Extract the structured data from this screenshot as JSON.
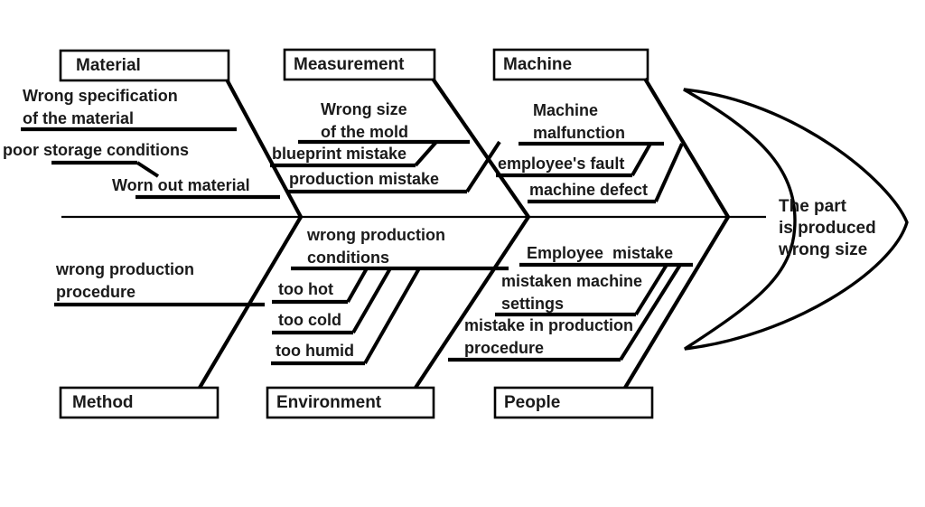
{
  "diagram": {
    "type": "fishbone-ishikawa-diagram",
    "title": "Fishbone (Ishikawa) Cause and Effect Diagram",
    "line_color": "#000000",
    "text_color": "#1a1a1a",
    "background_color": "#ffffff",
    "effect": {
      "line1": "The part",
      "line2": "is produced",
      "line3": "wrong size"
    },
    "categories": [
      {
        "id": "material",
        "label": "Material",
        "position": "top-left",
        "causes": [
          {
            "id": "wrong-specification",
            "line1": "Wrong specification",
            "line2": "of the material"
          },
          {
            "id": "poor-storage-conditions",
            "line1": "poor storage conditions",
            "line2": ""
          },
          {
            "id": "worn-out-material",
            "line1": "Worn out material",
            "line2": ""
          }
        ]
      },
      {
        "id": "measurement",
        "label": "Measurement",
        "position": "top-middle",
        "causes": [
          {
            "id": "wrong-size-of-the-mold",
            "line1": "Wrong size",
            "line2": "of the mold"
          },
          {
            "id": "blueprint-mistake",
            "line1": "blueprint mistake",
            "line2": ""
          },
          {
            "id": "production-mistake",
            "line1": "production mistake",
            "line2": ""
          }
        ]
      },
      {
        "id": "machine",
        "label": "Machine",
        "position": "top-right",
        "causes": [
          {
            "id": "machine-malfunction",
            "line1": "Machine",
            "line2": "malfunction"
          },
          {
            "id": "employees-fault",
            "line1": "employee's fault",
            "line2": ""
          },
          {
            "id": "machine-defect",
            "line1": "machine defect",
            "line2": ""
          }
        ]
      },
      {
        "id": "method",
        "label": "Method",
        "position": "bottom-left",
        "causes": [
          {
            "id": "wrong-production-procedure",
            "line1": "wrong production",
            "line2": "procedure"
          }
        ]
      },
      {
        "id": "environment",
        "label": "Environment",
        "position": "bottom-middle",
        "causes": [
          {
            "id": "wrong-production-conditions",
            "line1": "wrong production",
            "line2": "conditions"
          },
          {
            "id": "too-hot",
            "line1": "too hot",
            "line2": ""
          },
          {
            "id": "too-cold",
            "line1": "too cold",
            "line2": ""
          },
          {
            "id": "too-humid",
            "line1": "too humid",
            "line2": ""
          }
        ]
      },
      {
        "id": "people",
        "label": "People",
        "position": "bottom-right",
        "causes": [
          {
            "id": "employee-mistake",
            "line1": "Employee  mistake",
            "line2": ""
          },
          {
            "id": "mistaken-machine-settings",
            "line1": "mistaken machine",
            "line2": "settings"
          },
          {
            "id": "mistake-in-production-procedure",
            "line1": "mistake in production",
            "line2": "procedure"
          }
        ]
      }
    ]
  }
}
